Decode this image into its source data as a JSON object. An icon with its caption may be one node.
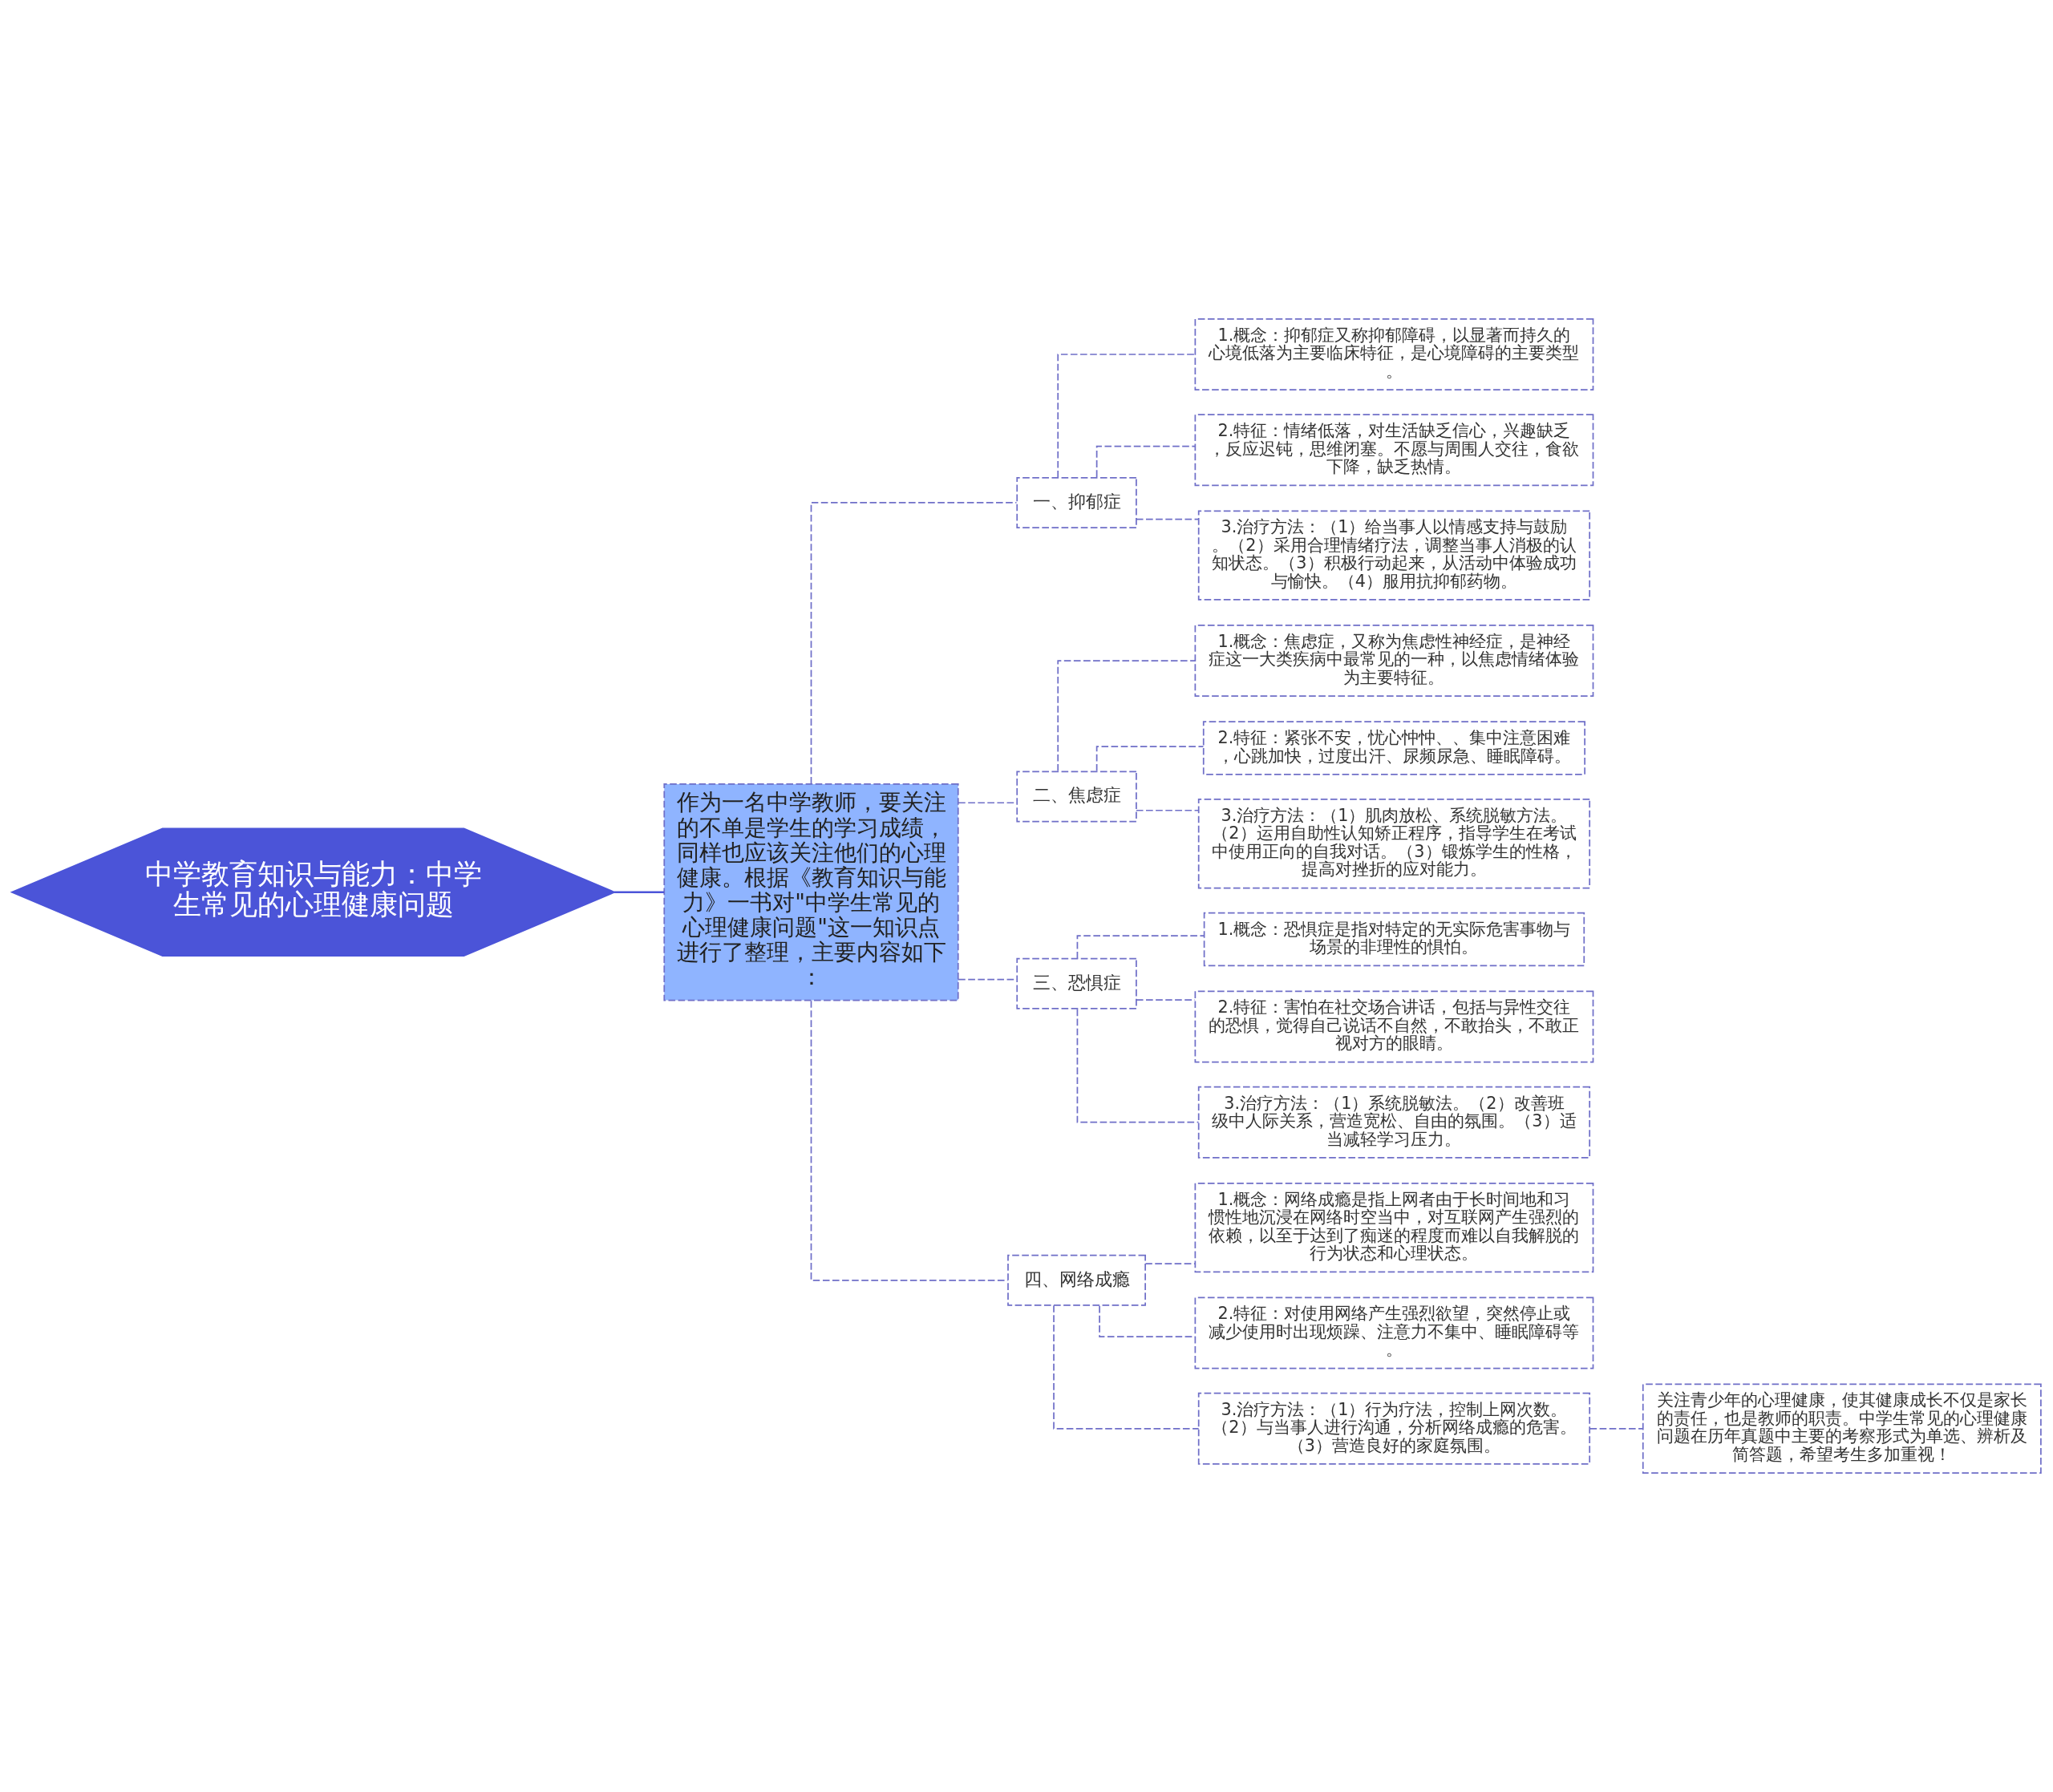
{
  "diagram": {
    "nodes": [
      {
        "text": [
          "中学教育知识与能力：中学生常见的心理健康问题"
        ]
      },
      {
        "text": [
          "作为一名中学教师，要关注的不单是学生的学习成绩，同样也应该关注他们的心理健康。根据《教育知识与能力》一书对\"中学生常见的心理健康问题\"这一知识点进行了整理，主要内容如下："
        ]
      },
      {
        "text": [
          "一、抑郁症"
        ]
      },
      {
        "text": [
          "1.概念：抑郁症又称抑郁障碍，以显著而持久的心境低落为主要临床特征，是心境障碍的主要类型。"
        ]
      },
      {
        "text": [
          "2.特征：情绪低落，对生活缺乏信心，兴趣缺乏，反应迟钝，思维闭塞。不愿与周围人交往，食欲下降，缺乏热情。"
        ]
      },
      {
        "text": [
          "3.治疗方法：（1）给当事人以情感支持与鼓励。（2）采用合理情绪疗法，调整当事人消极的认知状态。（3）积极行动起来，从活动中体验成功与愉快。（4）服用抗抑郁药物。"
        ]
      },
      {
        "text": [
          "二、焦虑症"
        ]
      },
      {
        "text": [
          "1.概念：焦虑症，又称为焦虑性神经症，是神经症这一大类疾病中最常见的一种，以焦虑情绪体验为主要特征。"
        ]
      },
      {
        "text": [
          "2.特征：紧张不安，忧心忡忡、、集中注意困难，心跳加快，过度出汗、尿频尿急、睡眠障碍。"
        ]
      },
      {
        "text": [
          "3.治疗方法：（1）肌肉放松、系统脱敏方法。（2）运用自助性认知矫正程序，指导学生在考试中使用正向的自我对话。（3）锻炼学生的性格，提高对挫折的应对能力。"
        ]
      },
      {
        "text": [
          "三、恐惧症"
        ]
      },
      {
        "text": [
          "1.概念：恐惧症是指对特定的无实际危害事物与场景的非理性的惧怕。"
        ]
      },
      {
        "text": [
          "2.特征：害怕在社交场合讲话，包括与异性交往的恐惧，觉得自己说话不自然，不敢抬头，不敢正视对方的眼睛。"
        ]
      },
      {
        "text": [
          "3.治疗方法：（1）系统脱敏法。（2）改善班级中人际关系，营造宽松、自由的氛围。（3）适当减轻学习压力。"
        ]
      },
      {
        "text": [
          "四、网络成瘾"
        ]
      },
      {
        "text": [
          "1.概念：网络成瘾是指上网者由于长时间地和习惯性地沉浸在网络时空当中，对互联网产生强烈的依赖，以至于达到了痴迷的程度而难以自我解脱的行为状态和心理状态。"
        ]
      },
      {
        "text": [
          "2.特征：对使用网络产生强烈欲望，突然停止或减少使用时出现烦躁、注意力不集中、睡眠障碍等。"
        ]
      },
      {
        "text": [
          "3.治疗方法：（1）行为疗法，控制上网次数。（2）与当事人进行沟通，分析网络成瘾的危害。（3）营造良好的家庭氛围。"
        ]
      },
      {
        "text": [
          "关注青少年的心理健康，使其健康成长不仅是家长的责任，也是教师的职责。中学生常见的心理健康问题在历年真题中主要的考察形式为单选、辨析及简答题，希望考生多加重视！"
        ]
      }
    ],
    "edges": [
      {
        "from": 0,
        "to": 1,
        "arrow": "none",
        "color": "#4b54d8"
      },
      {
        "from": 1,
        "to": 2,
        "arrow": "none",
        "style": "dashed"
      },
      {
        "from": 1,
        "to": 6,
        "arrow": "none",
        "style": "dashed"
      },
      {
        "from": 1,
        "to": 10,
        "arrow": "none",
        "style": "dashed"
      },
      {
        "from": 1,
        "to": 14,
        "arrow": "none",
        "style": "dashed"
      },
      {
        "from": 2,
        "to": 3,
        "arrow": "none",
        "style": "dashed"
      },
      {
        "from": 2,
        "to": 4,
        "arrow": "none",
        "style": "dashed"
      },
      {
        "from": 2,
        "to": 5,
        "arrow": "none",
        "style": "dashed"
      },
      {
        "from": 6,
        "to": 7,
        "arrow": "none",
        "style": "dashed"
      },
      {
        "from": 6,
        "to": 8,
        "arrow": "none",
        "style": "dashed"
      },
      {
        "from": 6,
        "to": 9,
        "arrow": "none",
        "style": "dashed"
      },
      {
        "from": 10,
        "to": 11,
        "arrow": "none",
        "style": "dashed"
      },
      {
        "from": 10,
        "to": 12,
        "arrow": "none",
        "style": "dashed"
      },
      {
        "from": 10,
        "to": 13,
        "arrow": "none",
        "style": "dashed"
      },
      {
        "from": 14,
        "to": 15,
        "arrow": "none",
        "style": "dashed"
      },
      {
        "from": 14,
        "to": 16,
        "arrow": "none",
        "style": "dashed"
      },
      {
        "from": 14,
        "to": 17,
        "arrow": "none",
        "style": "dashed"
      },
      {
        "from": 17,
        "to": 18,
        "arrow": "none",
        "style": "dashed"
      }
    ]
  }
}
